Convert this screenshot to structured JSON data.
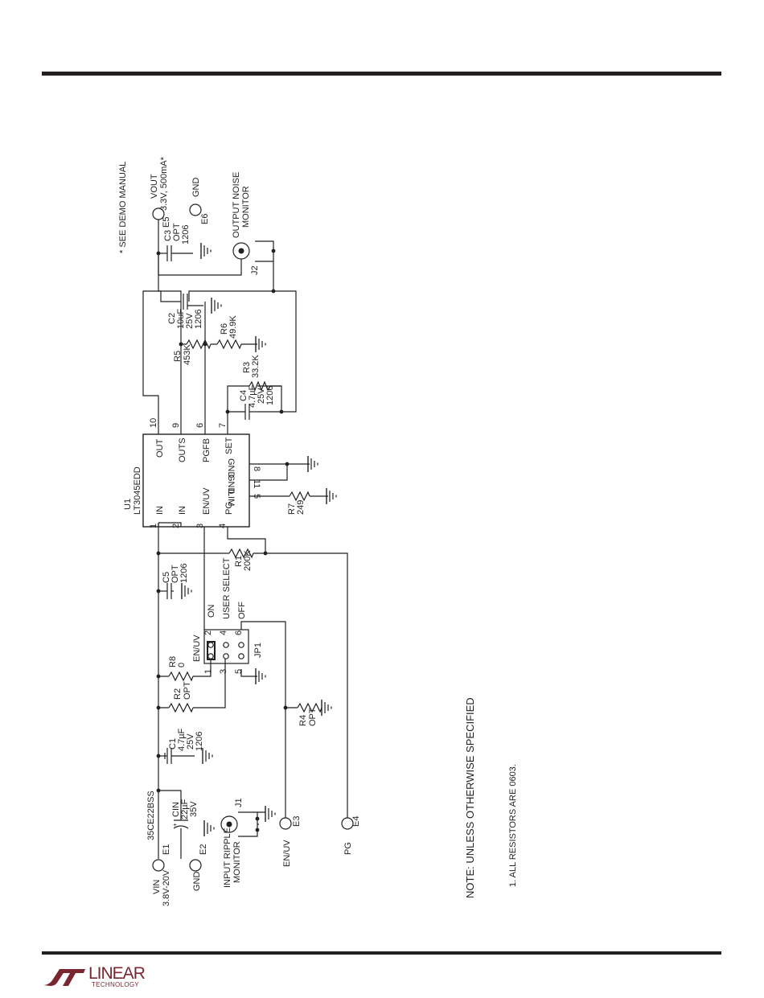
{
  "footnote": "* SEE DEMO MANUAL",
  "note_title": "NOTE: UNLESS OTHERWISE SPECIFIED",
  "note_1": "1. ALL RESISTORS ARE 0603.",
  "logo": {
    "word": "LINEAR",
    "sub": "TECHNOLOGY"
  },
  "u1": {
    "ref": "U1",
    "part": "LT3045EDD",
    "pins": {
      "in1": "IN",
      "in2": "IN",
      "enuv": "EN/UV",
      "pg": "PG",
      "out": "OUT",
      "outs": "OUTS",
      "pgfb": "PGFB",
      "set": "SET",
      "gnd8": "GND",
      "gnd11": "GND",
      "ilim": "ILIM"
    },
    "pin_numbers": {
      "p1": "1",
      "p2": "2",
      "p3": "3",
      "p4": "4",
      "p10": "10",
      "p9": "9",
      "p6": "6",
      "p7": "7",
      "p8": "8",
      "p11": "11",
      "p5": "5"
    }
  },
  "terminals": {
    "e1": {
      "ref": "E1",
      "name": "VIN",
      "rating": "3.8V-20V"
    },
    "e2": {
      "ref": "E2",
      "name": "GND"
    },
    "e3": {
      "ref": "E3",
      "name": "EN/UV"
    },
    "e4": {
      "ref": "E4",
      "name": "PG"
    },
    "e5": {
      "ref": "E5",
      "name": "VOUT",
      "rating": "3.3V, 500mA*"
    },
    "e6": {
      "ref": "E6",
      "name": "GND"
    }
  },
  "connectors": {
    "j1": {
      "ref": "J1",
      "label_1": "INPUT RIPPLE",
      "label_2": "MONITOR"
    },
    "j2": {
      "ref": "J2",
      "label_1": "OUTPUT NOISE",
      "label_2": "MONITOR"
    }
  },
  "cin": {
    "ref": "CIN",
    "value": "22µF",
    "voltage": "35V",
    "part": "35CE22BSS",
    "polarity": "+"
  },
  "c1": {
    "ref": "C1",
    "value": "4.7µF",
    "voltage": "25V",
    "size": "1206"
  },
  "c2": {
    "ref": "C2",
    "value": "10uF",
    "voltage": "25V",
    "size": "1206"
  },
  "c3": {
    "ref": "C3",
    "value": "OPT",
    "size": "1206"
  },
  "c4": {
    "ref": "C4",
    "value": "4.7µF",
    "voltage": "25V",
    "size": "1206"
  },
  "c5": {
    "ref": "C5",
    "value": "OPT",
    "size": "1206"
  },
  "r1": {
    "ref": "R1",
    "value": "200K"
  },
  "r2": {
    "ref": "R2",
    "value": "OPT"
  },
  "r3": {
    "ref": "R3",
    "value": "33.2K"
  },
  "r4": {
    "ref": "R4",
    "value": "OPT"
  },
  "r5": {
    "ref": "R5",
    "value": "453K"
  },
  "r6": {
    "ref": "R6",
    "value": "49.9K"
  },
  "r7": {
    "ref": "R7",
    "value": "249"
  },
  "r8": {
    "ref": "R8",
    "value": "0"
  },
  "jp1": {
    "ref": "JP1",
    "label": "EN/UV",
    "title": "USER SELECT",
    "on": "ON",
    "off": "OFF",
    "pins": {
      "p1": "1",
      "p2": "2",
      "p3": "3",
      "p4": "4",
      "p5": "5",
      "p6": "6"
    }
  }
}
